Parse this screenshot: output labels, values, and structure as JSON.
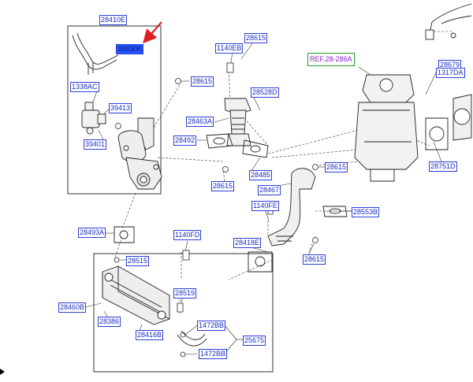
{
  "labels": {
    "l28410E": "28410E",
    "l39430K": "39430K",
    "l1338AC": "1338AC",
    "l39413": "39413",
    "l39401": "39401",
    "l28615a": "28615",
    "l1140EB": "1140EB",
    "l28615b": "28615",
    "l28528D": "28528D",
    "l28463A": "28463A",
    "l28492": "28492",
    "l28615c": "28615",
    "l28485": "28485",
    "l28615d": "28615",
    "l28467": "28467",
    "l1140FE": "1140FE",
    "l28553B": "28553B",
    "l28493A": "28493A",
    "l1140FD": "1140FD",
    "l28418E": "28418E",
    "l28615e": "28615",
    "l28515": "28515",
    "l28519": "28519",
    "l28460B": "28460B",
    "l28386": "28386",
    "l28416B": "28416B",
    "l1472BBa": "1472BB",
    "l25675": "25675",
    "l1472BBb": "1472BB",
    "l28679": "28679",
    "l1317DA": "1317DA",
    "l28751D": "28751D"
  },
  "reference": "REF.28-286A",
  "colors": {
    "label_border": "#2b3fd6",
    "label_text": "#1a2ec4",
    "highlight_fill": "#2456ff",
    "pointer_arrow": "#e02020",
    "ref_border": "#1e9e2a",
    "ref_text": "#8a1fc0"
  }
}
